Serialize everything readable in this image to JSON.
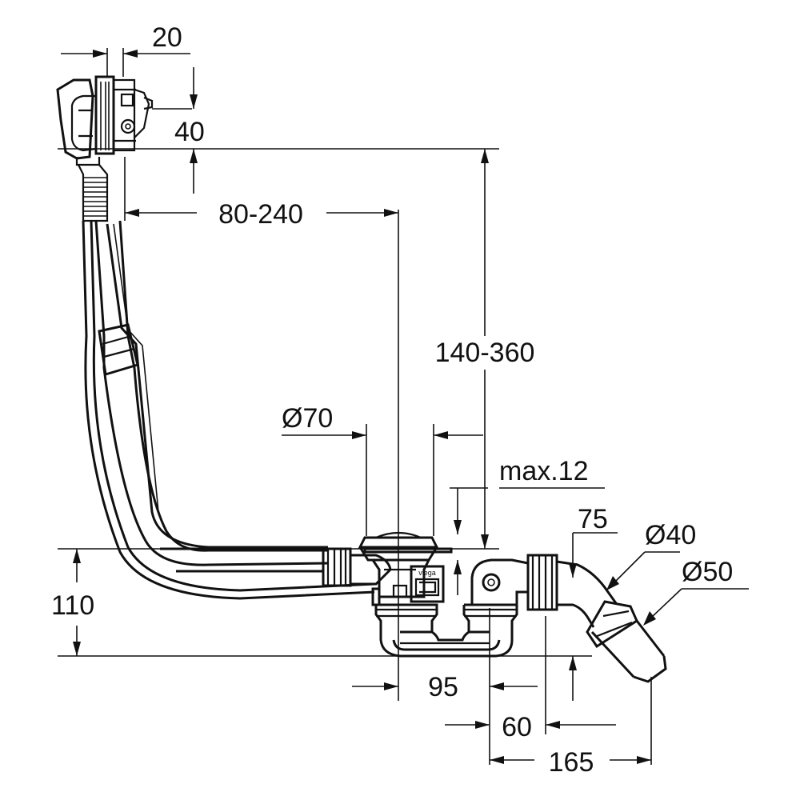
{
  "drawing": {
    "colors": {
      "line": "#111111",
      "background": "#ffffff"
    },
    "dimensions": {
      "d20": "20",
      "d40": "40",
      "d80_240": "80-240",
      "d140_360": "140-360",
      "d70": "Ø70",
      "dmax12": "max.12",
      "d75": "75",
      "d40dia": "Ø40",
      "d50dia": "Ø50",
      "d110": "110",
      "d95": "95",
      "d60": "60",
      "d165": "165"
    },
    "brand_mark": "viega"
  }
}
